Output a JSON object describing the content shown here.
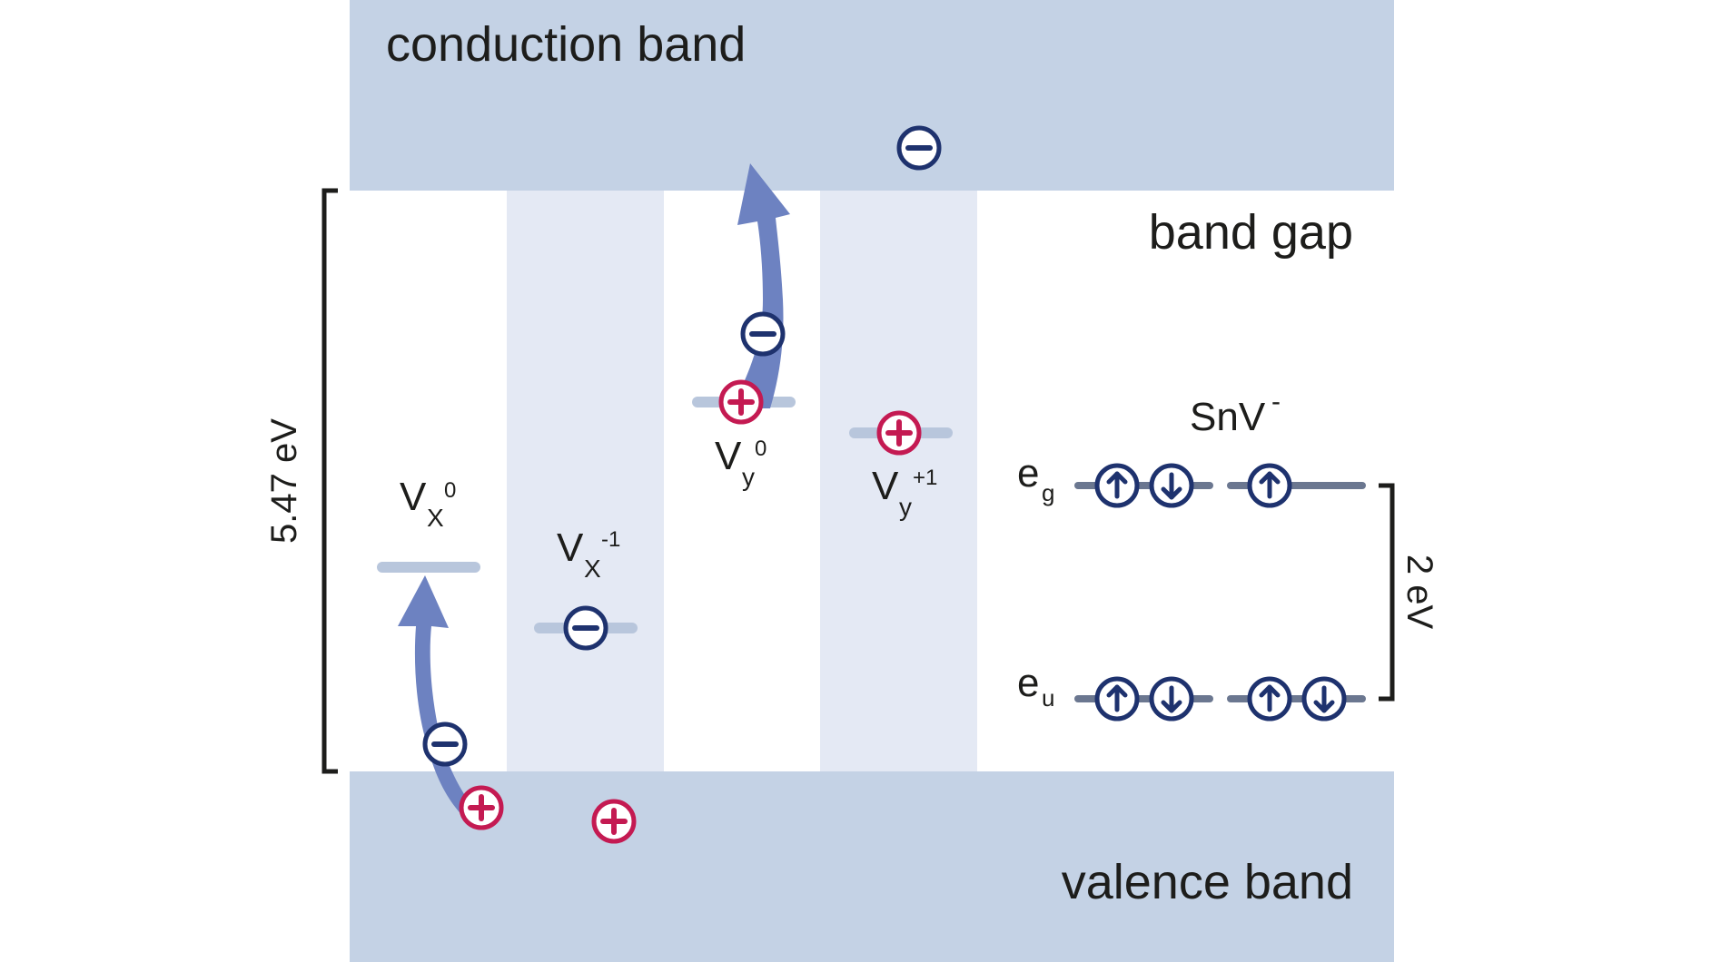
{
  "colors": {
    "band": "#c4d2e5",
    "stripe": "#e4e9f4",
    "arrow": "#6d82c1",
    "level": "#b8c6dc",
    "snv_level": "#6b7790",
    "electron": "#1e326e",
    "hole": "#c41a52",
    "text": "#1d1d1b"
  },
  "bands": {
    "conduction": "conduction band",
    "gap": "band gap",
    "valence": "valence band"
  },
  "gap_energy": "5.47 eV",
  "defects": [
    {
      "id": "vx0",
      "base": "V",
      "sub": "X",
      "sup": "0",
      "carrier": "none"
    },
    {
      "id": "vx-1",
      "base": "V",
      "sub": "X",
      "sup": "-1",
      "carrier": "electron"
    },
    {
      "id": "vy0",
      "base": "V",
      "sub": "y",
      "sup": "0",
      "carrier": "hole"
    },
    {
      "id": "vy+1",
      "base": "V",
      "sub": "y",
      "sup": "+1",
      "carrier": "hole"
    }
  ],
  "snv": {
    "label": "SnV",
    "charge": "-",
    "eg_label": "e",
    "eg_sub": "g",
    "eu_label": "e",
    "eu_sub": "u",
    "splitting": "2 eV",
    "eg_orbitals": [
      [
        "up",
        "down"
      ],
      [
        "up"
      ]
    ],
    "eu_orbitals": [
      [
        "up",
        "down"
      ],
      [
        "up",
        "down"
      ]
    ]
  },
  "free_carriers": {
    "conduction_band": [
      "electron"
    ],
    "valence_band": [
      "hole",
      "hole"
    ]
  }
}
